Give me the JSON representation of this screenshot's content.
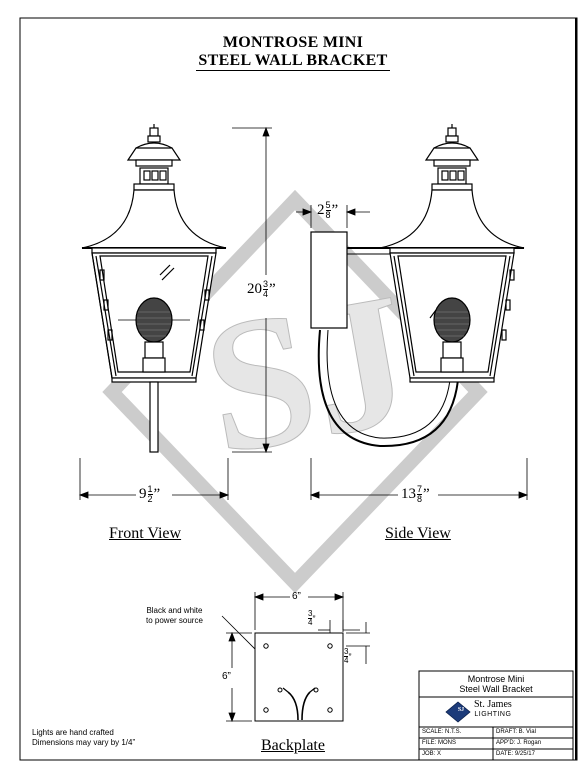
{
  "title": {
    "line1": "MONTROSE MINI",
    "line2": "STEEL WALL BRACKET"
  },
  "views": {
    "front": "Front View",
    "side": "Side View",
    "backplate": "Backplate"
  },
  "dimensions": {
    "height_whole": "20",
    "height_num": "3",
    "height_den": "4",
    "height_unit": "”",
    "front_width_whole": "9",
    "front_width_num": "1",
    "front_width_den": "2",
    "front_width_unit": "”",
    "side_width_whole": "13",
    "side_width_num": "7",
    "side_width_den": "8",
    "side_width_unit": "”",
    "bracket_depth_whole": "2",
    "bracket_depth_num": "5",
    "bracket_depth_den": "8",
    "bracket_depth_unit": "”",
    "backplate_width": "6”",
    "backplate_height": "6”",
    "hole_offset_top_num": "3",
    "hole_offset_top_den": "4",
    "hole_offset_top_unit": "”",
    "hole_offset_side_num": "3",
    "hole_offset_side_den": "4",
    "hole_offset_side_unit": "”"
  },
  "backplate_note": {
    "line1": "Black and white",
    "line2": "to power source"
  },
  "footer_note": {
    "line1": "Lights are hand crafted",
    "line2": "Dimensions may vary by 1/4”"
  },
  "title_block": {
    "product_line1": "Montrose Mini",
    "product_line2": "Steel Wall Bracket",
    "company_line1": "St. James",
    "company_line2": "LIGHTING",
    "logo_text": "SJ",
    "scale_label": "SCALE:",
    "scale_value": "N.T.S.",
    "draft_label": "DRAFT:",
    "draft_value": "B. Vial",
    "file_label": "FILE:",
    "file_value": "MONS",
    "appd_label": "APP’D:",
    "appd_value": "J. Rogan",
    "job_label": "JOB:",
    "job_value": "X",
    "date_label": "DATE:",
    "date_value": "9/25/17"
  },
  "watermark": "SJ"
}
